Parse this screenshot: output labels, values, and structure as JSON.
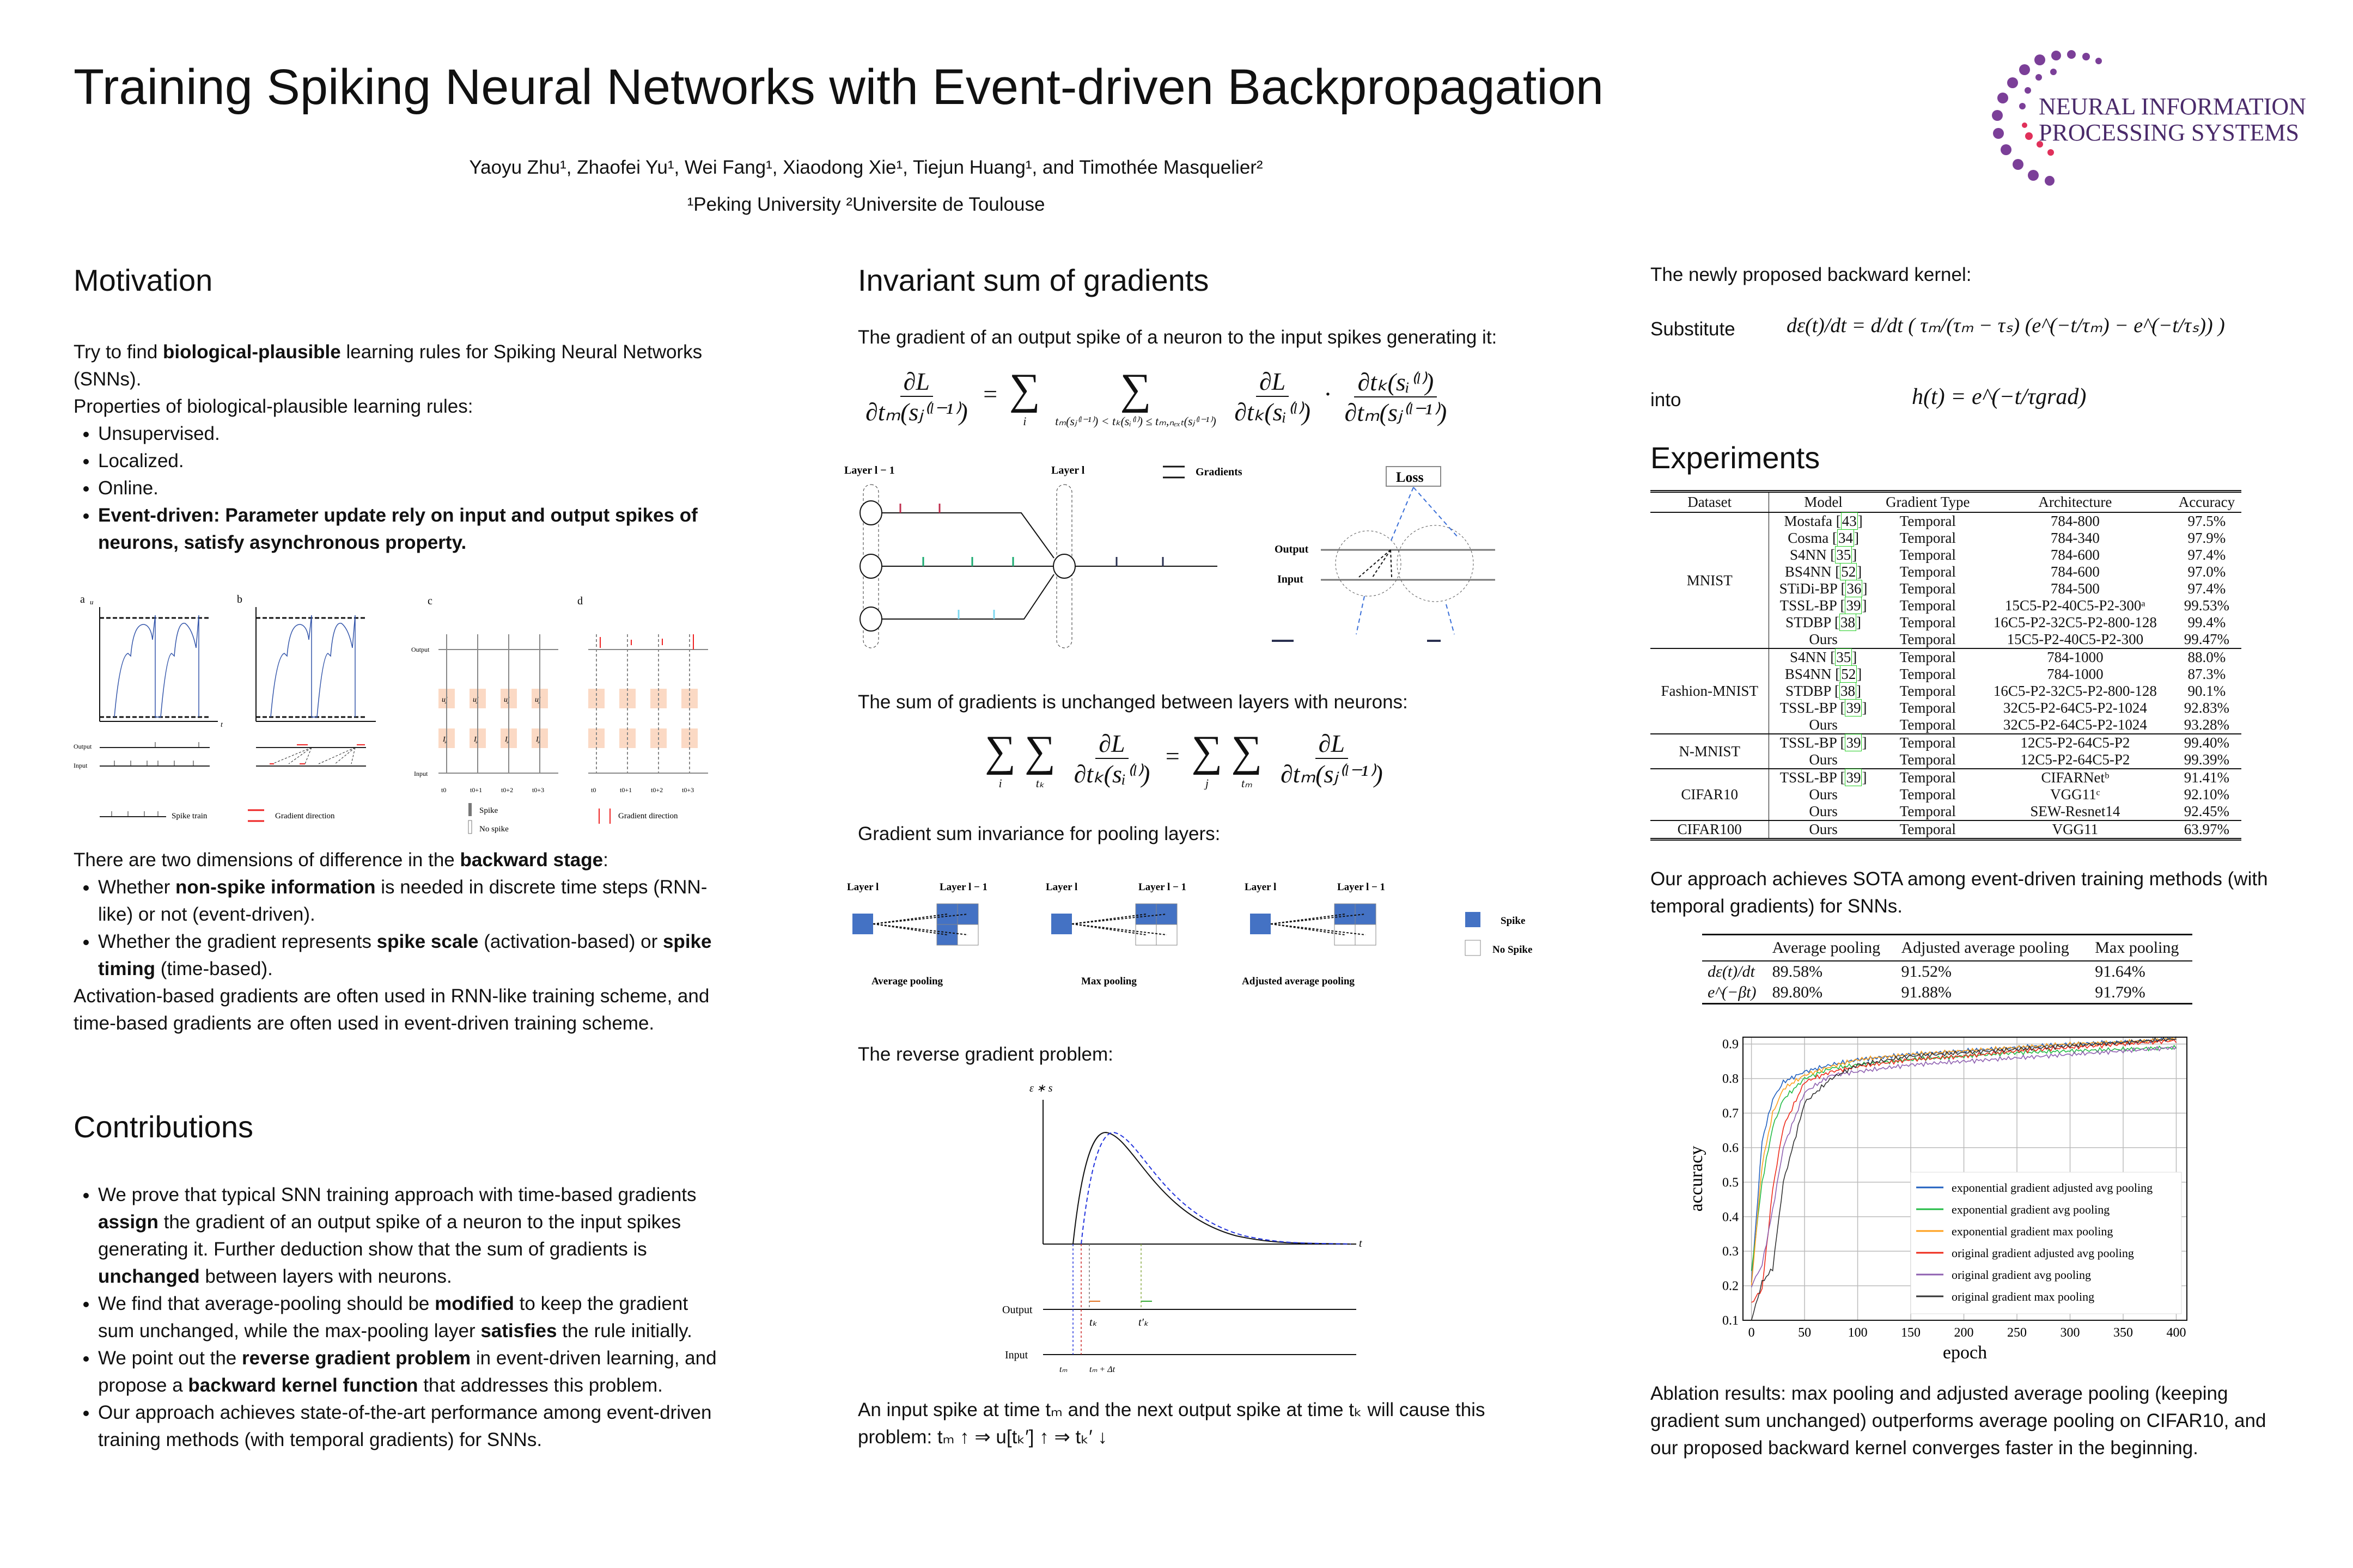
{
  "header": {
    "title": "Training Spiking Neural Networks with Event-driven Backpropagation",
    "authors": "Yaoyu Zhu¹, Zhaofei Yu¹, Wei Fang¹, Xiaodong Xie¹, Tiejun Huang¹, and Timothée Masquelier²",
    "affiliations": "¹Peking University  ²Universite de Toulouse",
    "logo_line1": "NEURAL INFORMATION",
    "logo_line2": "PROCESSING SYSTEMS",
    "logo_color": "#7b3f98"
  },
  "motivation": {
    "heading": "Motivation",
    "p1_pre": "Try to find ",
    "p1_bold": "biological-plausible",
    "p1_post": " learning rules for Spiking Neural Networks (SNNs).",
    "p2": "Properties of biological-plausible learning rules:",
    "bullets": [
      "Unsupervised.",
      "Localized.",
      "Online."
    ],
    "bullet_bold": "Event-driven: Parameter update rely on input and output spikes of neurons, satisfy asynchronous property.",
    "figure": {
      "panels": [
        "a",
        "b",
        "c",
        "d"
      ],
      "u": "u",
      "t": "t",
      "output": "Output",
      "input": "Input",
      "uj": "uj",
      "Ij": "Ij",
      "ticks": [
        "t0",
        "t0+1",
        "t0+2",
        "t0+3"
      ],
      "legend_spike_train": "Spike train",
      "legend_gradient_direction": "Gradient direction",
      "legend_spike": "Spike",
      "legend_no_spike": "No spike"
    },
    "dims_pre": "There are two dimensions of difference in the ",
    "dims_bold": "backward stage",
    "dims_post": ":",
    "dim1": [
      "Whether ",
      "non-spike information",
      " is needed in discrete time steps (RNN-like) or not (event-driven)."
    ],
    "dim2": [
      "Whether the gradient represents ",
      "spike scale",
      " (activation-based) or ",
      "spike timing",
      " (time-based)."
    ],
    "closing": "Activation-based gradients are often used in RNN-like training scheme, and time-based gradients are often used in event-driven training scheme."
  },
  "contributions": {
    "heading": "Contributions",
    "c1": [
      "We prove that typical SNN training approach with time-based gradients ",
      "assign",
      " the gradient of an output spike of a neuron to the input spikes generating it. Further deduction show that the sum of gradients is ",
      "unchanged",
      " between layers with neurons."
    ],
    "c2": [
      "We find that average-pooling should be ",
      "modified",
      " to keep the gradient sum unchanged, while the max-pooling layer ",
      "satisfies",
      " the rule initially."
    ],
    "c3": [
      "We point out the ",
      "reverse gradient problem",
      " in event-driven learning, and propose a ",
      "backward kernel function",
      " that addresses this problem."
    ],
    "c4": "Our approach achieves state-of-the-art performance among event-driven training methods (with temporal gradients) for SNNs."
  },
  "invariant": {
    "heading": "Invariant sum of gradients",
    "intro": "The gradient of an output spike of a neuron to the input spikes generating it:",
    "eq1_lhs_num": "∂L",
    "eq1_lhs_den": "∂tₘ(sⱼ⁽ˡ⁻¹⁾)",
    "eq1_sum1": "i",
    "eq1_sum2": "tₘ(sⱼ⁽ˡ⁻¹⁾) < tₖ(sᵢ⁽ˡ⁾) ≤ tₘ,ₙₑₓₜ(sⱼ⁽ˡ⁻¹⁾)",
    "eq1_f1_num": "∂L",
    "eq1_f1_den": "∂tₖ(sᵢ⁽ˡ⁾)",
    "eq1_f2_num": "∂tₖ(sᵢ⁽ˡ⁾)",
    "eq1_f2_den": "∂tₘ(sⱼ⁽ˡ⁻¹⁾)",
    "fig1": {
      "layer_prev": "Layer l − 1",
      "layer_cur": "Layer l",
      "gradients": "Gradients",
      "loss": "Loss",
      "output": "Output",
      "input": "Input"
    },
    "sum_text": "The sum of gradients is unchanged between layers with neurons:",
    "eq2_left_subs": [
      "i",
      "tₖ"
    ],
    "eq2_left_num": "∂L",
    "eq2_left_den": "∂tₖ(sᵢ⁽ˡ⁾)",
    "eq2_right_subs": [
      "j",
      "tₘ"
    ],
    "eq2_right_num": "∂L",
    "eq2_right_den": "∂tₘ(sⱼ⁽ˡ⁻¹⁾)",
    "pool_text": "Gradient sum invariance for pooling layers:",
    "pool_fig": {
      "layer_l": "Layer l",
      "layer_prev": "Layer l − 1",
      "captions": [
        "Average pooling",
        "Max pooling",
        "Adjusted average pooling"
      ],
      "legend_spike": "Spike",
      "legend_no_spike": "No Spike",
      "spike_color": "#4472c4"
    },
    "reverse_text": "The reverse gradient problem:",
    "rev_fig": {
      "ylabel": "ε ∗ s",
      "xlabel": "t",
      "output": "Output",
      "input": "Input",
      "tk": "tₖ",
      "tk2": "t′ₖ",
      "tm": "tₘ",
      "tm2": "tₘ + Δt"
    },
    "rev_caption1": "An input spike at time tₘ and the next output spike at time tₖ will cause this",
    "rev_caption2": "problem: tₘ ↑ ⇒ u[tₖ′] ↑ ⇒ tₖ′ ↓"
  },
  "kernel": {
    "intro": "The newly proposed backward kernel:",
    "substitute": "Substitute",
    "eq_sub": "dε(t)/dt = d/dt ( τₘ/(τₘ − τₛ) (e^(−t/τₘ) − e^(−t/τₛ)) )",
    "into": "into",
    "eq_into": "h(t) = e^(−t/τgrad)"
  },
  "experiments": {
    "heading": "Experiments",
    "table_headers": [
      "Dataset",
      "Model",
      "Gradient Type",
      "Architecture",
      "Accuracy"
    ],
    "groups": [
      {
        "dataset": "MNIST",
        "rows": [
          [
            "Mostafa",
            "43",
            "Temporal",
            "784-800",
            "97.5%"
          ],
          [
            "Cosma",
            "34",
            "Temporal",
            "784-340",
            "97.9%"
          ],
          [
            "S4NN",
            "35",
            "Temporal",
            "784-600",
            "97.4%"
          ],
          [
            "BS4NN",
            "52",
            "Temporal",
            "784-600",
            "97.0%"
          ],
          [
            "STiDi-BP",
            "36",
            "Temporal",
            "784-500",
            "97.4%"
          ],
          [
            "TSSL-BP",
            "39",
            "Temporal",
            "15C5-P2-40C5-P2-300ᵃ",
            "99.53%"
          ],
          [
            "STDBP",
            "38",
            "Temporal",
            "16C5-P2-32C5-P2-800-128",
            "99.4%"
          ],
          [
            "Ours",
            "",
            "Temporal",
            "15C5-P2-40C5-P2-300",
            "99.47%"
          ]
        ]
      },
      {
        "dataset": "Fashion-MNIST",
        "rows": [
          [
            "S4NN",
            "35",
            "Temporal",
            "784-1000",
            "88.0%"
          ],
          [
            "BS4NN",
            "52",
            "Temporal",
            "784-1000",
            "87.3%"
          ],
          [
            "STDBP",
            "38",
            "Temporal",
            "16C5-P2-32C5-P2-800-128",
            "90.1%"
          ],
          [
            "TSSL-BP",
            "39",
            "Temporal",
            "32C5-P2-64C5-P2-1024",
            "92.83%"
          ],
          [
            "Ours",
            "",
            "Temporal",
            "32C5-P2-64C5-P2-1024",
            "93.28%"
          ]
        ]
      },
      {
        "dataset": "N-MNIST",
        "rows": [
          [
            "TSSL-BP",
            "39",
            "Temporal",
            "12C5-P2-64C5-P2",
            "99.40%"
          ],
          [
            "Ours",
            "",
            "Temporal",
            "12C5-P2-64C5-P2",
            "99.39%"
          ]
        ]
      },
      {
        "dataset": "CIFAR10",
        "rows": [
          [
            "TSSL-BP",
            "39",
            "Temporal",
            "CIFARNetᵇ",
            "91.41%"
          ],
          [
            "Ours",
            "",
            "Temporal",
            "VGG11ᶜ",
            "92.10%"
          ],
          [
            "Ours",
            "",
            "Temporal",
            "SEW-Resnet14",
            "92.45%"
          ]
        ]
      },
      {
        "dataset": "CIFAR100",
        "rows": [
          [
            "Ours",
            "",
            "Temporal",
            "VGG11",
            "63.97%"
          ]
        ]
      }
    ],
    "sota_text": "Our approach achieves SOTA among event-driven training methods (with temporal gradients) for SNNs.",
    "pool_table": {
      "headers": [
        "",
        "Average pooling",
        "Adjusted average pooling",
        "Max pooling"
      ],
      "rows": [
        [
          "dε(t)/dt",
          "89.58%",
          "91.52%",
          "91.64%"
        ],
        [
          "e^(−βt)",
          "89.80%",
          "91.88%",
          "91.79%"
        ]
      ]
    },
    "ablation_text": "Ablation results: max pooling and adjusted average pooling (keeping gradient sum unchanged) outperforms average pooling on CIFAR10, and our proposed backward kernel converges faster in the beginning."
  },
  "chart_data": {
    "type": "line",
    "title": "",
    "xlabel": "epoch",
    "ylabel": "accuracy",
    "xlim": [
      -8,
      410
    ],
    "ylim": [
      0.1,
      0.92
    ],
    "xticks": [
      0,
      50,
      100,
      150,
      200,
      250,
      300,
      350,
      400
    ],
    "yticks": [
      0.1,
      0.2,
      0.3,
      0.4,
      0.5,
      0.6,
      0.7,
      0.8,
      0.9
    ],
    "grid": true,
    "legend_position": "bottom-right",
    "x": [
      0,
      10,
      20,
      30,
      50,
      75,
      100,
      150,
      200,
      250,
      300,
      350,
      400
    ],
    "series": [
      {
        "name": "exponential gradient adjusted avg pooling",
        "color": "#1f5fbf",
        "values": [
          0.21,
          0.62,
          0.74,
          0.79,
          0.82,
          0.84,
          0.855,
          0.87,
          0.88,
          0.89,
          0.9,
          0.905,
          0.915
        ]
      },
      {
        "name": "exponential gradient avg pooling",
        "color": "#22bb44",
        "values": [
          0.24,
          0.5,
          0.66,
          0.74,
          0.8,
          0.83,
          0.84,
          0.855,
          0.865,
          0.875,
          0.88,
          0.885,
          0.89
        ]
      },
      {
        "name": "exponential gradient max pooling",
        "color": "#ff9f1a",
        "values": [
          0.2,
          0.55,
          0.7,
          0.77,
          0.81,
          0.835,
          0.855,
          0.87,
          0.88,
          0.89,
          0.9,
          0.905,
          0.915
        ]
      },
      {
        "name": "original gradient adjusted avg pooling",
        "color": "#ee2a1a",
        "values": [
          0.15,
          0.19,
          0.48,
          0.66,
          0.79,
          0.82,
          0.835,
          0.855,
          0.865,
          0.88,
          0.89,
          0.9,
          0.91
        ]
      },
      {
        "name": "original gradient avg pooling",
        "color": "#8e5fb0",
        "values": [
          0.2,
          0.26,
          0.42,
          0.6,
          0.76,
          0.81,
          0.82,
          0.84,
          0.85,
          0.86,
          0.87,
          0.88,
          0.89
        ]
      },
      {
        "name": "original gradient max pooling",
        "color": "#333333",
        "values": [
          0.1,
          0.21,
          0.25,
          0.5,
          0.73,
          0.8,
          0.84,
          0.865,
          0.875,
          0.885,
          0.895,
          0.905,
          0.915
        ]
      }
    ]
  }
}
